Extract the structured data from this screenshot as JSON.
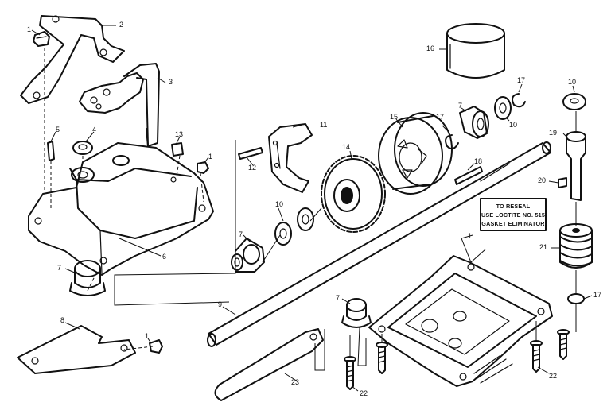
{
  "note": {
    "line1": "TO RESEAL",
    "line2": "USE LOCTITE NO. 515",
    "line3": "GASKET ELIMINATOR"
  },
  "labels": {
    "p1_a": "1",
    "p1_b": "1",
    "p1_c": "1",
    "p1_d": "1",
    "p2": "2",
    "p3": "3",
    "p4": "4",
    "p5": "5",
    "p6": "6",
    "p7_a": "7",
    "p7_b": "7",
    "p7_c": "7",
    "p7_d": "7",
    "p8": "8",
    "p9": "9",
    "p10_a": "10",
    "p10_b": "10",
    "p10_c": "10",
    "p11": "11",
    "p12": "12",
    "p13": "13",
    "p14": "14",
    "p15": "15",
    "p16": "16",
    "p17_a": "17",
    "p17_b": "17",
    "p17_c": "17",
    "p18": "18",
    "p19": "19",
    "p20": "20",
    "p21": "21",
    "p22_a": "22",
    "p22_b": "22",
    "p23": "23"
  }
}
